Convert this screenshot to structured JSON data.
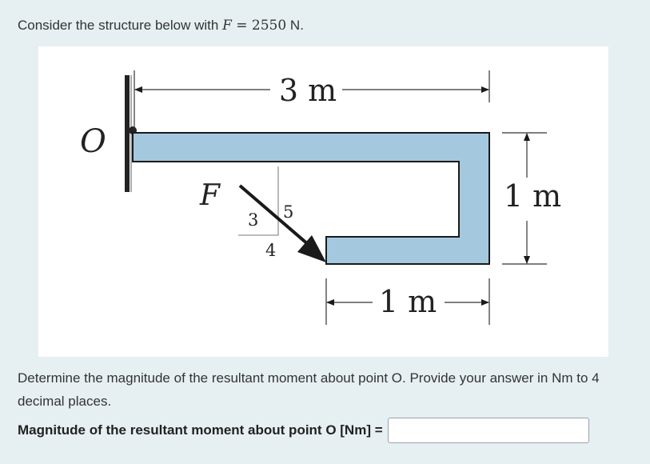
{
  "intro": {
    "prefix": "Consider the structure below with ",
    "var": "F",
    "eq": " = 2550",
    "unit": " N."
  },
  "figure": {
    "label_O": "O",
    "label_F": "F",
    "dim_top": "3 m",
    "dim_right": "1 m",
    "dim_bottom": "1 m",
    "slope_3": "3",
    "slope_4": "4",
    "slope_5": "5",
    "colors": {
      "beam_fill": "#a4c9de",
      "beam_stroke": "#1a1a1a",
      "arrow": "#1a1a1a"
    }
  },
  "question": {
    "text": "Determine the magnitude of the resultant moment about point O. Provide your answer in Nm to 4 decimal places."
  },
  "answer": {
    "label": "Magnitude of the resultant moment about point O [Nm] =",
    "value": "",
    "placeholder": ""
  }
}
